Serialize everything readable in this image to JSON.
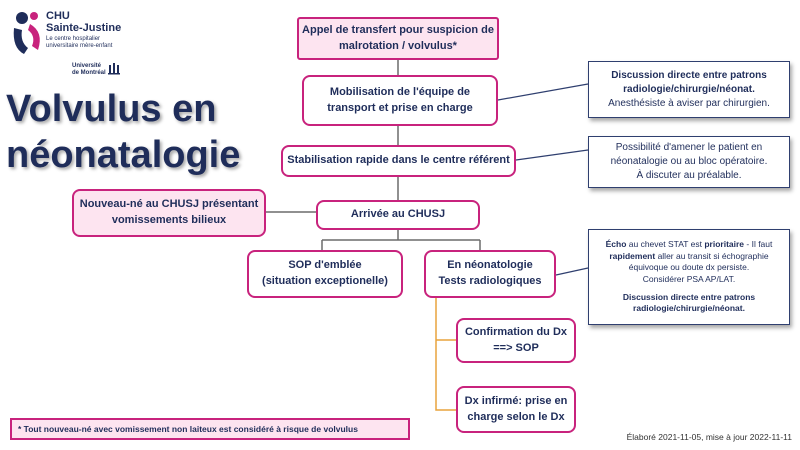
{
  "logo": {
    "name_line1": "CHU",
    "name_line2": "Sainte-Justine",
    "tagline1": "Le centre hospitalier",
    "tagline2": "universitaire mère-enfant",
    "univ1": "Université",
    "univ2": "de Montréal"
  },
  "title": {
    "line1": "Volvulus en",
    "line2": "néonatalogie"
  },
  "flow": {
    "call": {
      "line1": "Appel de transfert pour suspicion de",
      "line2": "malrotation / volvulus*"
    },
    "mobilisation": {
      "line1": "Mobilisation de l'équipe de",
      "line2": "transport et prise en charge"
    },
    "stabilisation": "Stabilisation rapide dans le centre référent",
    "arrival": "Arrivée au CHUSJ",
    "newborn": {
      "line1": "Nouveau-né au CHUSJ présentant",
      "line2": "vomissements bilieux"
    },
    "sop": {
      "line1": "SOP d'emblée",
      "line2": "(situation exceptionelle)"
    },
    "neonat": {
      "line1": "En néonatologie",
      "line2": "Tests radiologiques"
    },
    "confirm": {
      "line1": "Confirmation du Dx",
      "line2": "==> SOP"
    },
    "infirme": {
      "line1": "Dx infirmé: prise en",
      "line2": "charge selon le Dx"
    }
  },
  "notes": {
    "discussion": {
      "bold1": "Discussion directe entre patrons",
      "bold2": "radiologie/chirurgie/néonat.",
      "normal": "Anesthésiste à aviser par chirurgien."
    },
    "possibility": {
      "line1": "Possibilité d'amener le patient en",
      "line2": "néonatalogie ou au bloc opératoire.",
      "line3": "À discuter au préalable."
    },
    "echo": {
      "b1": "Écho",
      "t1": " au chevet STAT est ",
      "b2": "prioritaire",
      "t2": " - Il faut",
      "b3": "rapidement",
      "t3": " aller au transit si échographie",
      "t4": "équivoque ou doute dx persiste.",
      "t5": "Considérer PSA AP/LAT.",
      "b4": "Discussion directe entre patrons",
      "b5": "radiologie/chirurgie/néonat."
    }
  },
  "footnote": "* Tout nouveau-né avec vomissement non laiteux est considéré à risque de volvulus",
  "date": "Élaboré 2021-11-05, mise à jour 2022-11-11",
  "colors": {
    "accent": "#c8237d",
    "navy": "#1f2d5a",
    "pink_fill": "#fde4f0",
    "branch_orange": "#e8a33d"
  }
}
